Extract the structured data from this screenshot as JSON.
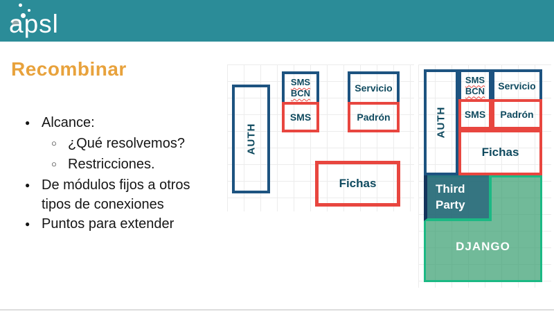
{
  "header": {
    "logo": "apsl"
  },
  "title": "Recombinar",
  "bullets": {
    "items": [
      {
        "text": "Alcance:",
        "level": 1
      },
      {
        "text": "¿Qué resolvemos?",
        "level": 2
      },
      {
        "text": "Restricciones.",
        "level": 2
      },
      {
        "text": "De módulos fijos a otros tipos de conexiones",
        "level": 1
      },
      {
        "text": "Puntos para extender",
        "level": 1
      }
    ]
  },
  "diagram_left": {
    "auth": "AUTH",
    "sms_top": "SMS",
    "bcn": "BCN",
    "sms": "SMS",
    "servicio": "Servicio",
    "padron": "Padrón",
    "fichas": "Fichas"
  },
  "diagram_right": {
    "auth": "AUTH",
    "sms_top": "SMS",
    "bcn": "BCN",
    "sms": "SMS",
    "servicio": "Servicio",
    "padron": "Padrón",
    "fichas": "Fichas",
    "third_party_line1": "Third",
    "third_party_line2": "Party",
    "django": "DJANGO"
  },
  "colors": {
    "header_teal": "#2b8c98",
    "title_orange": "#e8a23c",
    "box_blue_border": "#1d5380",
    "box_red_border": "#e8463f",
    "box_label_teal": "#0f4a5f",
    "django_green_border": "#1cb984",
    "django_green_fill": "#6fb996",
    "third_party_teal_fill": "#4f8294",
    "third_party_navy_border": "#14355c",
    "grid_line": "#ececec"
  }
}
